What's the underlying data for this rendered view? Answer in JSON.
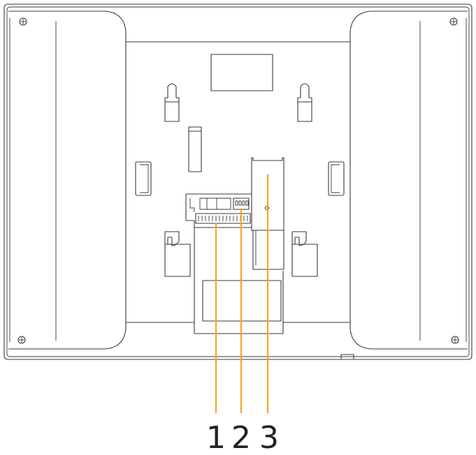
{
  "callouts": [
    {
      "label": "1",
      "color": "#f5a623"
    },
    {
      "label": "2",
      "color": "#f5a623"
    },
    {
      "label": "3",
      "color": "#f5a623"
    }
  ]
}
